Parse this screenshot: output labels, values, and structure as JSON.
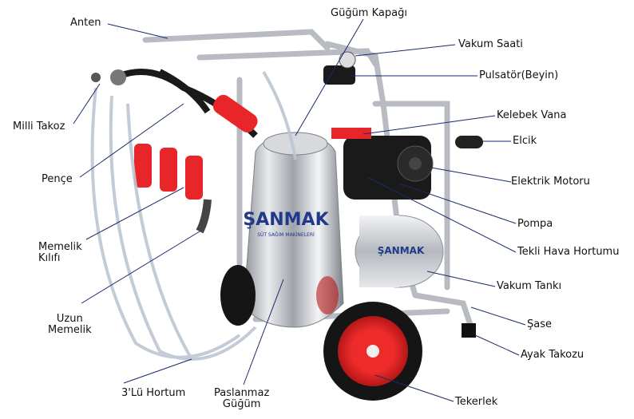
{
  "labels": {
    "anten": "Anten",
    "gugum_kapagi": "Güğüm Kapağı",
    "vakum_saati": "Vakum Saati",
    "pulsator": "Pulsatör(Beyin)",
    "milli_takoz": "Milli Takoz",
    "kelebek_vana": "Kelebek Vana",
    "elcik": "Elcik",
    "pence": "Pençe",
    "elektrik_motoru": "Elektrik Motoru",
    "pompa": "Pompa",
    "memelik_kilifi_1": "Memelik",
    "memelik_kilifi_2": "Kılıfı",
    "tekli_hava_hortumu": "Tekli Hava Hortumu",
    "vakum_tanki": "Vakum Tankı",
    "uzun_memelik_1": "Uzun",
    "uzun_memelik_2": "Memelik",
    "sase": "Şase",
    "ayak_takozu": "Ayak Takozu",
    "uclu_hortum": "3'Lü Hortum",
    "paslanmaz_gugum_1": "Paslanmaz",
    "paslanmaz_gugum_2": "Güğüm",
    "tekerlek": "Tekerlek"
  },
  "brand": {
    "can_logo": "ŞANMAK",
    "can_sub": "SÜT SAĞIM MAKİNELERİ",
    "tank_logo": "ŞANMAK"
  },
  "colors": {
    "line": "#1a2a6c",
    "red": "#e8262a",
    "steel": "#c9ccd1",
    "brand_blue": "#1f3a8a"
  }
}
